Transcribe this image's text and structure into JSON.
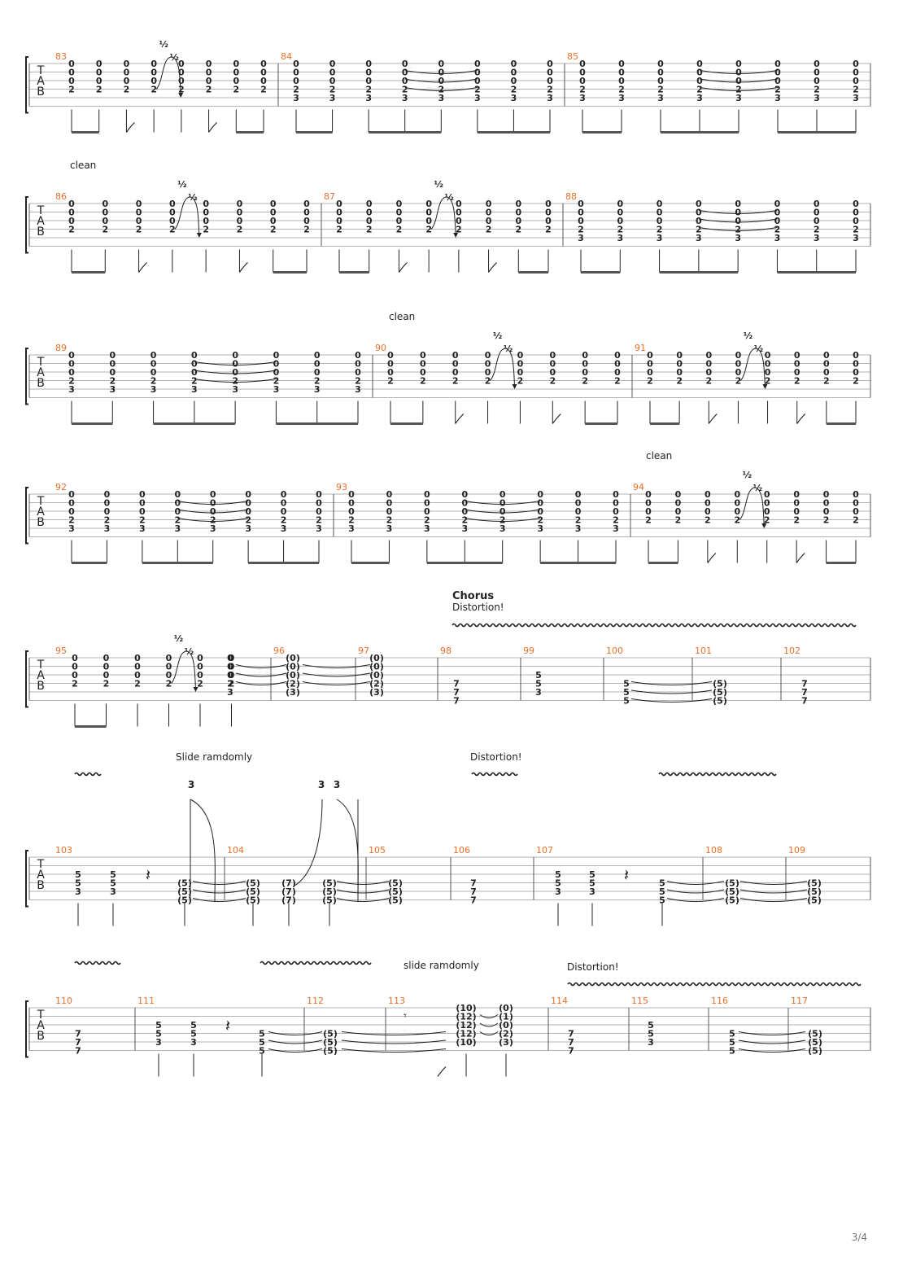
{
  "page": {
    "number": "3/4"
  },
  "tab_clef": [
    "T",
    "A",
    "B"
  ],
  "symbols": {
    "half_bend": "½",
    "full_bend": "3"
  },
  "colors": {
    "measure_number": "#e8702a",
    "ink": "#222222",
    "staff": "#9a9a9a"
  },
  "systems": [
    {
      "annotations": [],
      "measures": [
        {
          "number": "83"
        },
        {
          "number": "84"
        },
        {
          "number": "85"
        }
      ]
    },
    {
      "annotations": [
        {
          "text": "clean"
        }
      ],
      "measures": [
        {
          "number": "86"
        },
        {
          "number": "87"
        },
        {
          "number": "88"
        }
      ]
    },
    {
      "annotations": [
        {
          "text": "clean"
        }
      ],
      "measures": [
        {
          "number": "89"
        },
        {
          "number": "90"
        },
        {
          "number": "91"
        }
      ]
    },
    {
      "annotations": [
        {
          "text": "clean"
        }
      ],
      "measures": [
        {
          "number": "92"
        },
        {
          "number": "93"
        },
        {
          "number": "94"
        }
      ]
    },
    {
      "annotations": [
        {
          "text": "Chorus",
          "bold": true
        },
        {
          "text": "Distortion!"
        }
      ],
      "measures": [
        {
          "number": "95"
        },
        {
          "number": "96"
        },
        {
          "number": "97"
        },
        {
          "number": "98"
        },
        {
          "number": "99"
        },
        {
          "number": "100"
        },
        {
          "number": "101"
        },
        {
          "number": "102"
        }
      ]
    },
    {
      "annotations": [
        {
          "text": "Slide ramdomly"
        },
        {
          "text": "Distortion!"
        }
      ],
      "measures": [
        {
          "number": "103"
        },
        {
          "number": "104"
        },
        {
          "number": "105"
        },
        {
          "number": "106"
        },
        {
          "number": "107"
        },
        {
          "number": "108"
        },
        {
          "number": "109"
        }
      ]
    },
    {
      "annotations": [
        {
          "text": "slide ramdomly"
        },
        {
          "text": "Distortion!"
        }
      ],
      "measures": [
        {
          "number": "110"
        },
        {
          "number": "111"
        },
        {
          "number": "112"
        },
        {
          "number": "113"
        },
        {
          "number": "114"
        },
        {
          "number": "115"
        },
        {
          "number": "116"
        },
        {
          "number": "117"
        }
      ]
    }
  ]
}
